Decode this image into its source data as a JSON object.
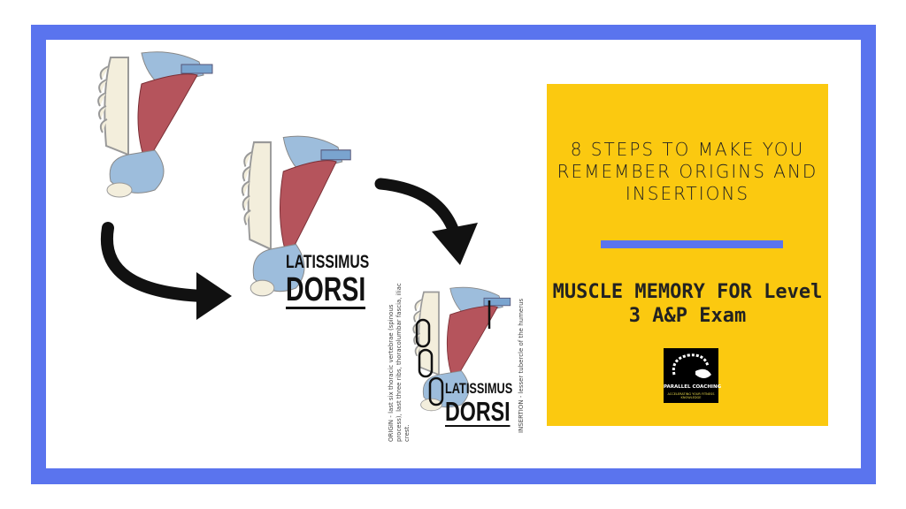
{
  "panel": {
    "headline": "8 steps to make you remember origins and insertions",
    "subtitle": "MUSCLE MEMORY FOR Level 3 A&P Exam",
    "logo": {
      "name": "PARALLEL COACHING",
      "tagline": "ACCELERATING YOUR FITNESS KNOWLEDGE"
    }
  },
  "illustrations": {
    "muscle_name_line1": "LATISSIMUS",
    "muscle_name_line2": "DORSI",
    "origin_note": "ORIGIN - last six thoracic vertebrae (spinous process), last three ribs, thoracolumbar fascia, iliac crest.",
    "insertion_note": "INSERTION - lesser tubercle of the humerus"
  },
  "colors": {
    "border": "#5a74ee",
    "panel": "#fbc910",
    "muscle": "#b5545c",
    "bone_blue": "#9dbddc"
  }
}
